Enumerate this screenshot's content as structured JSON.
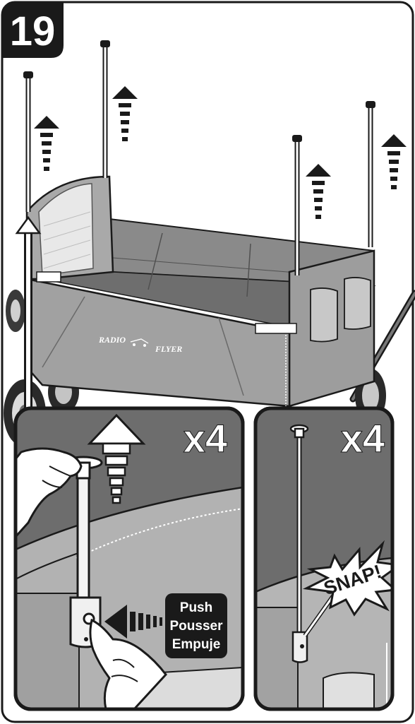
{
  "step": {
    "number": "19"
  },
  "wagon": {
    "brand_left": "RADIO",
    "brand_right": "FLYER",
    "brand_mark_icon": "radio-flyer-wagon-logo-icon"
  },
  "inset_left": {
    "count": "x4",
    "push_label_en": "Push",
    "push_label_fr": "Pousser",
    "push_label_es": "Empuje"
  },
  "inset_right": {
    "count": "x4",
    "snap_label": "SNAP!"
  },
  "icons": {
    "up_arrow": "dashed-up-arrow-icon",
    "left_arrow": "dashed-left-arrow-icon",
    "hand": "hand-icon",
    "canopy_pole": "canopy-pole-icon"
  },
  "colors": {
    "frame": "#1a1a1a",
    "panel_gray": "#9a9a9a",
    "panel_dark": "#6f6f6f",
    "panel_light": "#c9c9c9"
  }
}
